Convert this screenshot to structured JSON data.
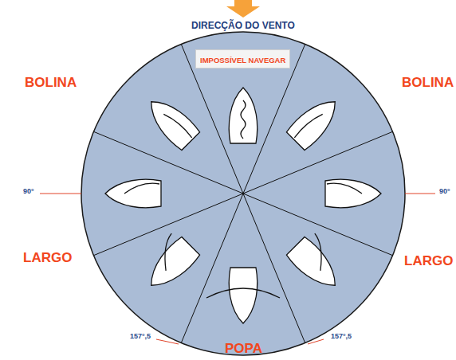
{
  "diagram": {
    "nodes": [
      {
        "text": [
          "IMPOSSÍVEL NAVEGAR"
        ]
      }
    ],
    "labels": [
      "DIRECÇÃO DO VENTO",
      "BOLINA",
      "BOLINA",
      "90°",
      "90°",
      "LARGO",
      "LARGO",
      "157°,5",
      "157°,5",
      "POPA"
    ]
  }
}
